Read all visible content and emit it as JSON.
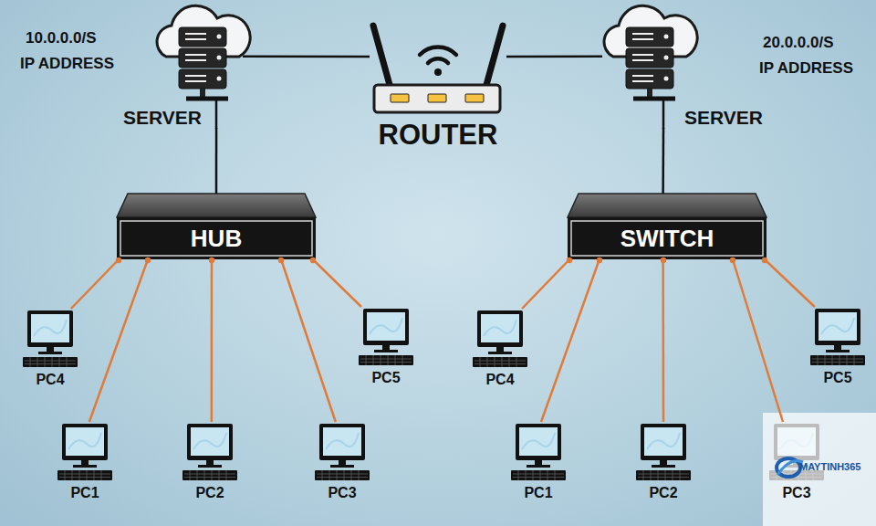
{
  "diagram": {
    "nodes": [
      {
        "text": [
          "SERVER"
        ]
      },
      {
        "text": [
          "ROUTER"
        ]
      },
      {
        "text": [
          "SERVER"
        ]
      },
      {
        "text": [
          "HUB"
        ]
      },
      {
        "text": [
          "SWITCH"
        ]
      },
      {
        "text": [
          "PC4"
        ]
      },
      {
        "text": [
          "PC5"
        ]
      },
      {
        "text": [
          "PC4"
        ]
      },
      {
        "text": [
          "PC5"
        ]
      },
      {
        "text": [
          "PC1"
        ]
      },
      {
        "text": [
          "PC2"
        ]
      },
      {
        "text": [
          "PC3"
        ]
      },
      {
        "text": [
          "PC1"
        ]
      },
      {
        "text": [
          "PC2"
        ]
      },
      {
        "text": [
          "PC3"
        ]
      }
    ],
    "edges": [
      {
        "from": 0,
        "to": 1,
        "arrow": "none"
      },
      {
        "from": 1,
        "to": 2,
        "arrow": "none"
      },
      {
        "from": 0,
        "to": 3,
        "arrow": "none"
      },
      {
        "from": 2,
        "to": 4,
        "arrow": "none"
      },
      {
        "from": 3,
        "to": 5,
        "arrow": "none"
      },
      {
        "from": 3,
        "to": 9,
        "arrow": "none"
      },
      {
        "from": 3,
        "to": 10,
        "arrow": "none"
      },
      {
        "from": 3,
        "to": 11,
        "arrow": "none"
      },
      {
        "from": 3,
        "to": 6,
        "arrow": "none"
      },
      {
        "from": 4,
        "to": 7,
        "arrow": "none"
      },
      {
        "from": 4,
        "to": 12,
        "arrow": "none"
      },
      {
        "from": 4,
        "to": 13,
        "arrow": "none"
      },
      {
        "from": 4,
        "to": 14,
        "arrow": "none"
      },
      {
        "from": 4,
        "to": 8,
        "arrow": "none"
      }
    ],
    "labels": [
      "10.0.0.0/S",
      "IP ADDRESS",
      "20.0.0.0/S",
      "IP ADDRESS",
      "MAYTINH365"
    ]
  }
}
